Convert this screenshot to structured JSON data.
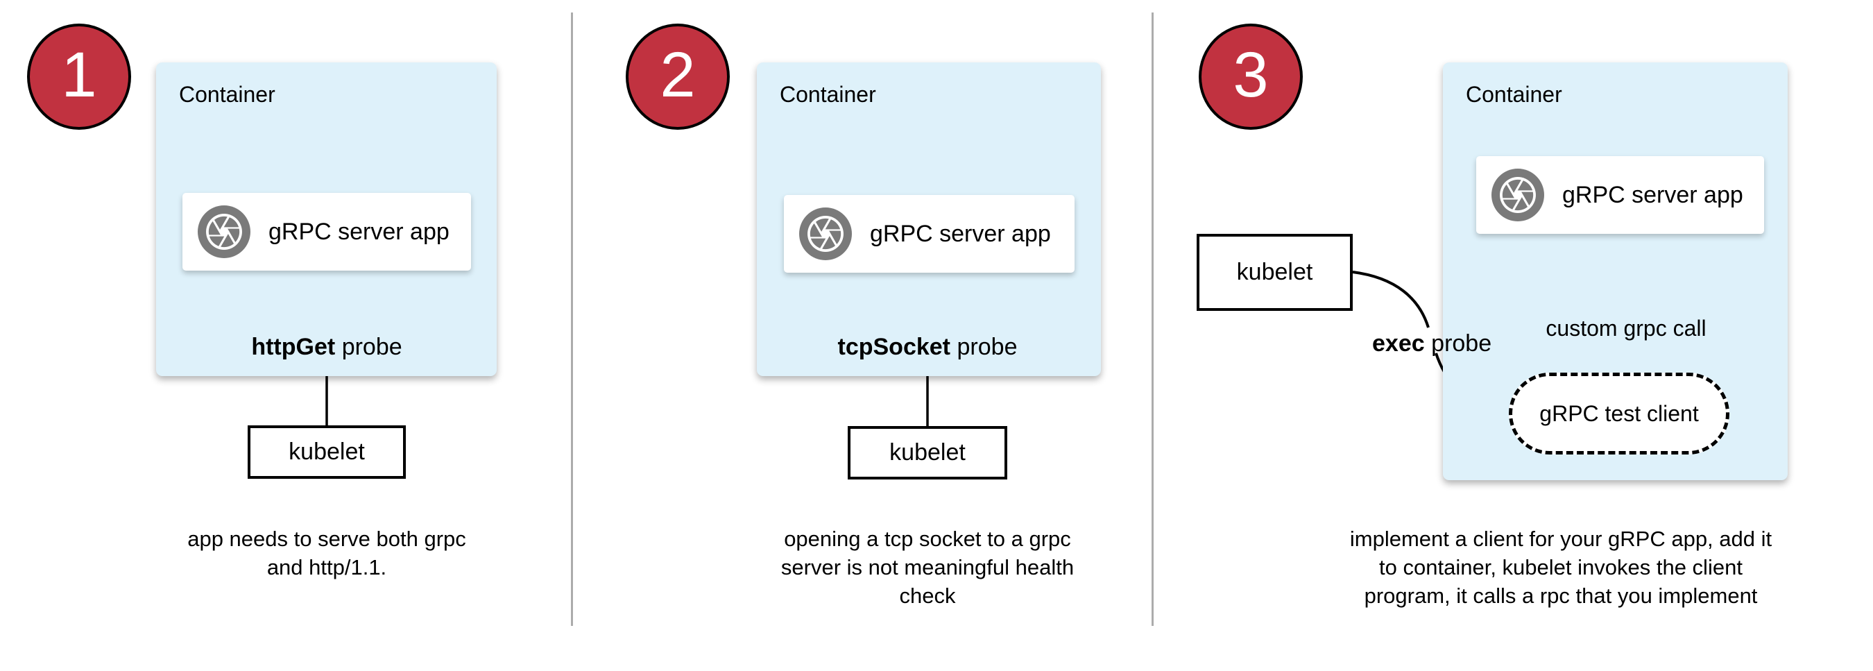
{
  "title": "gRPC health-check probe strategies diagram",
  "colors": {
    "badge_red": "#C13240",
    "container_blue": "#DEF1FA",
    "icon_gray": "#7A7A7A",
    "line_black": "#000000",
    "separator_gray": "#ACACAC",
    "box_white": "#FFFFFF"
  },
  "panels": [
    {
      "badge": "1",
      "container_label": "Container",
      "app_label": "gRPC server app",
      "app_icon": "aperture-icon",
      "probe": {
        "bold": "httpGet",
        "rest": "probe"
      },
      "kubelet_label": "kubelet",
      "captions": [
        "app needs to serve both grpc",
        "and http/1.1."
      ]
    },
    {
      "badge": "2",
      "container_label": "Container",
      "app_label": "gRPC server app",
      "app_icon": "aperture-icon",
      "probe": {
        "bold": "tcpSocket",
        "rest": "probe"
      },
      "kubelet_label": "kubelet",
      "captions": [
        "opening a tcp socket to a grpc",
        "server is not meaningful health",
        "check"
      ]
    },
    {
      "badge": "3",
      "container_label": "Container",
      "app_label": "gRPC server app",
      "app_icon": "aperture-icon",
      "probe": {
        "bold": "exec",
        "rest": "probe"
      },
      "kubelet_label": "kubelet",
      "grpc_call_label": "custom grpc call",
      "test_client_label": "gRPC test client",
      "captions": [
        "implement a client for your gRPC app, add it",
        "to container, kubelet invokes the client",
        "program, it calls a rpc that you implement"
      ]
    }
  ]
}
